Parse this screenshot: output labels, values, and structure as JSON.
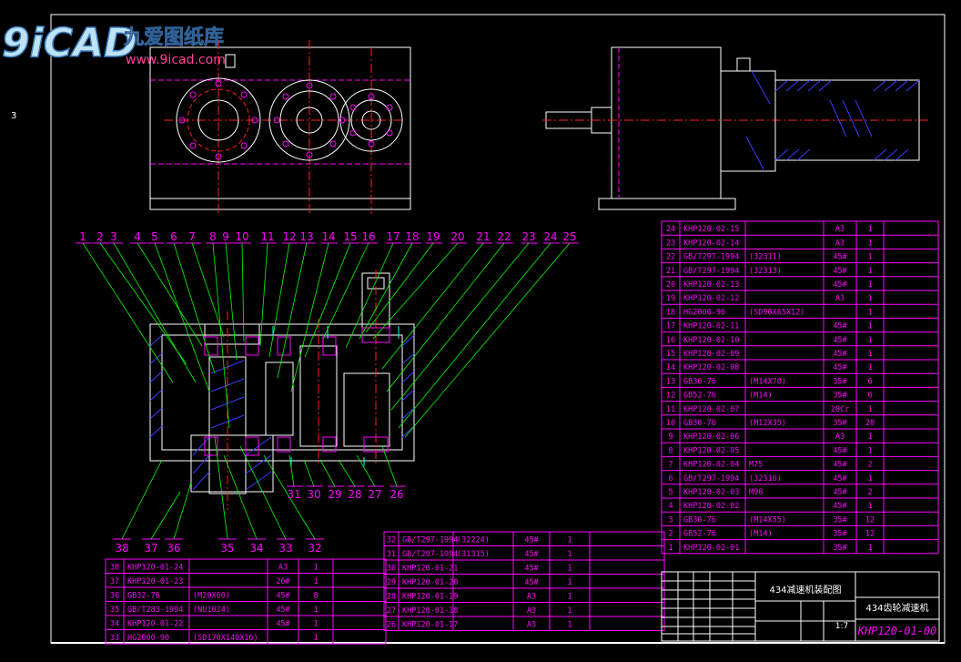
{
  "watermark": {
    "logo_text": "9iCAD",
    "site_name": "九爱图纸库",
    "url": "www.9icad.com"
  },
  "margin_label": "3",
  "colors": {
    "background": "#000000",
    "magenta": "#ff00ff",
    "green": "#00ff00",
    "white": "#ffffff",
    "red": "#ff2020",
    "cyan": "#00ffff",
    "yellow": "#ffff00",
    "blue": "#3a3aff"
  },
  "balloons_top": [
    "1",
    "2",
    "3",
    "4",
    "5",
    "6",
    "7",
    "8",
    "9",
    "10",
    "11",
    "12",
    "13",
    "14",
    "15",
    "16",
    "17",
    "18",
    "19",
    "20",
    "21",
    "22",
    "23",
    "24",
    "25"
  ],
  "balloons_right_bottom": [
    "31",
    "30",
    "29",
    "28",
    "27",
    "26"
  ],
  "balloons_left_bottom": [
    "38",
    "37",
    "36",
    "35",
    "34",
    "33",
    "32"
  ],
  "bom_right": [
    {
      "no": "24",
      "code": "KHP120-02-15",
      "name": "",
      "mat": "A3",
      "qty": "1"
    },
    {
      "no": "23",
      "code": "KHP120-02-14",
      "name": "",
      "mat": "A3",
      "qty": "1"
    },
    {
      "no": "22",
      "code": "GB/T297-1994",
      "name": "(32311)",
      "mat": "45#",
      "qty": "1"
    },
    {
      "no": "21",
      "code": "GB/T297-1994",
      "name": "(32313)",
      "mat": "45#",
      "qty": "1"
    },
    {
      "no": "20",
      "code": "KHP120-02-13",
      "name": "",
      "mat": "45#",
      "qty": "1"
    },
    {
      "no": "19",
      "code": "KHP120-02-12",
      "name": "",
      "mat": "A3",
      "qty": "1"
    },
    {
      "no": "18",
      "code": "HG2000-90",
      "name": "(SD90X65X12)",
      "mat": "",
      "qty": "1"
    },
    {
      "no": "17",
      "code": "KHP120-02-11",
      "name": "",
      "mat": "45#",
      "qty": "1"
    },
    {
      "no": "16",
      "code": "KHP120-02-10",
      "name": "",
      "mat": "45#",
      "qty": "1"
    },
    {
      "no": "15",
      "code": "KHP120-02-09",
      "name": "",
      "mat": "45#",
      "qty": "1"
    },
    {
      "no": "14",
      "code": "KHP120-02-08",
      "name": "",
      "mat": "45#",
      "qty": "1"
    },
    {
      "no": "13",
      "code": "GB30-76",
      "name": "(M14X70)",
      "mat": "35#",
      "qty": "6"
    },
    {
      "no": "12",
      "code": "GB52-76",
      "name": "(M14)",
      "mat": "35#",
      "qty": "6"
    },
    {
      "no": "11",
      "code": "KHP120-02-07",
      "name": "",
      "mat": "20Cr",
      "qty": "1"
    },
    {
      "no": "10",
      "code": "GB30-76",
      "name": "(M12X35)",
      "mat": "35#",
      "qty": "20"
    },
    {
      "no": "9",
      "code": "KHP120-02-06",
      "name": "",
      "mat": "A3",
      "qty": "1"
    },
    {
      "no": "8",
      "code": "KHP120-02-05",
      "name": "",
      "mat": "45#",
      "qty": "1"
    },
    {
      "no": "7",
      "code": "KHP120-02-04",
      "name": "M75",
      "mat": "45#",
      "qty": "2"
    },
    {
      "no": "6",
      "code": "GB/T297-1994",
      "name": "(32316)",
      "mat": "45#",
      "qty": "1"
    },
    {
      "no": "5",
      "code": "KHP120-02-03",
      "name": "M98",
      "mat": "45#",
      "qty": "2"
    },
    {
      "no": "4",
      "code": "KHP120-02-02",
      "name": "",
      "mat": "45#",
      "qty": "1"
    },
    {
      "no": "3",
      "code": "GB30-76",
      "name": "(M14X55)",
      "mat": "35#",
      "qty": "12"
    },
    {
      "no": "2",
      "code": "GB52-76",
      "name": "(M14)",
      "mat": "35#",
      "qty": "12"
    },
    {
      "no": "1",
      "code": "KHP120-02-01",
      "name": "",
      "mat": "35#",
      "qty": "1"
    }
  ],
  "bom_mid": [
    {
      "no": "32",
      "code": "GB/T297-1994",
      "name": "(32224)",
      "mat": "45#",
      "qty": "1"
    },
    {
      "no": "31",
      "code": "GB/T297-1994",
      "name": "(31315)",
      "mat": "45#",
      "qty": "1"
    },
    {
      "no": "30",
      "code": "KHP120-01-21",
      "name": "",
      "mat": "45#",
      "qty": "1"
    },
    {
      "no": "29",
      "code": "KHP120-01-20",
      "name": "",
      "mat": "45#",
      "qty": "1"
    },
    {
      "no": "28",
      "code": "KHP120-01-19",
      "name": "",
      "mat": "A3",
      "qty": "1"
    },
    {
      "no": "27",
      "code": "KHP120-01-18",
      "name": "",
      "mat": "A3",
      "qty": "1"
    },
    {
      "no": "26",
      "code": "KHP120-01-17",
      "name": "",
      "mat": "A3",
      "qty": "1"
    }
  ],
  "bom_left": [
    {
      "no": "38",
      "code": "KHP120-01-24",
      "name": "",
      "mat": "A3",
      "qty": "1"
    },
    {
      "no": "37",
      "code": "KHP120-01-23",
      "name": "",
      "mat": "26#",
      "qty": "1"
    },
    {
      "no": "36",
      "code": "GB32-76",
      "name": "(M20X60)",
      "mat": "45#",
      "qty": "8"
    },
    {
      "no": "35",
      "code": "GB/T283-1994",
      "name": "(NU1024)",
      "mat": "45#",
      "qty": "1"
    },
    {
      "no": "34",
      "code": "KHP120-01-22",
      "name": "",
      "mat": "45#",
      "qty": "1"
    },
    {
      "no": "33",
      "code": "HG2000-90",
      "name": "(SD170X140X16)",
      "mat": "",
      "qty": "1"
    }
  ],
  "title_block": {
    "drawing_name": "434减速机装配图",
    "product": "434齿轮减速机",
    "drawing_no": "KHP120-01-00",
    "scale": "1:7"
  }
}
